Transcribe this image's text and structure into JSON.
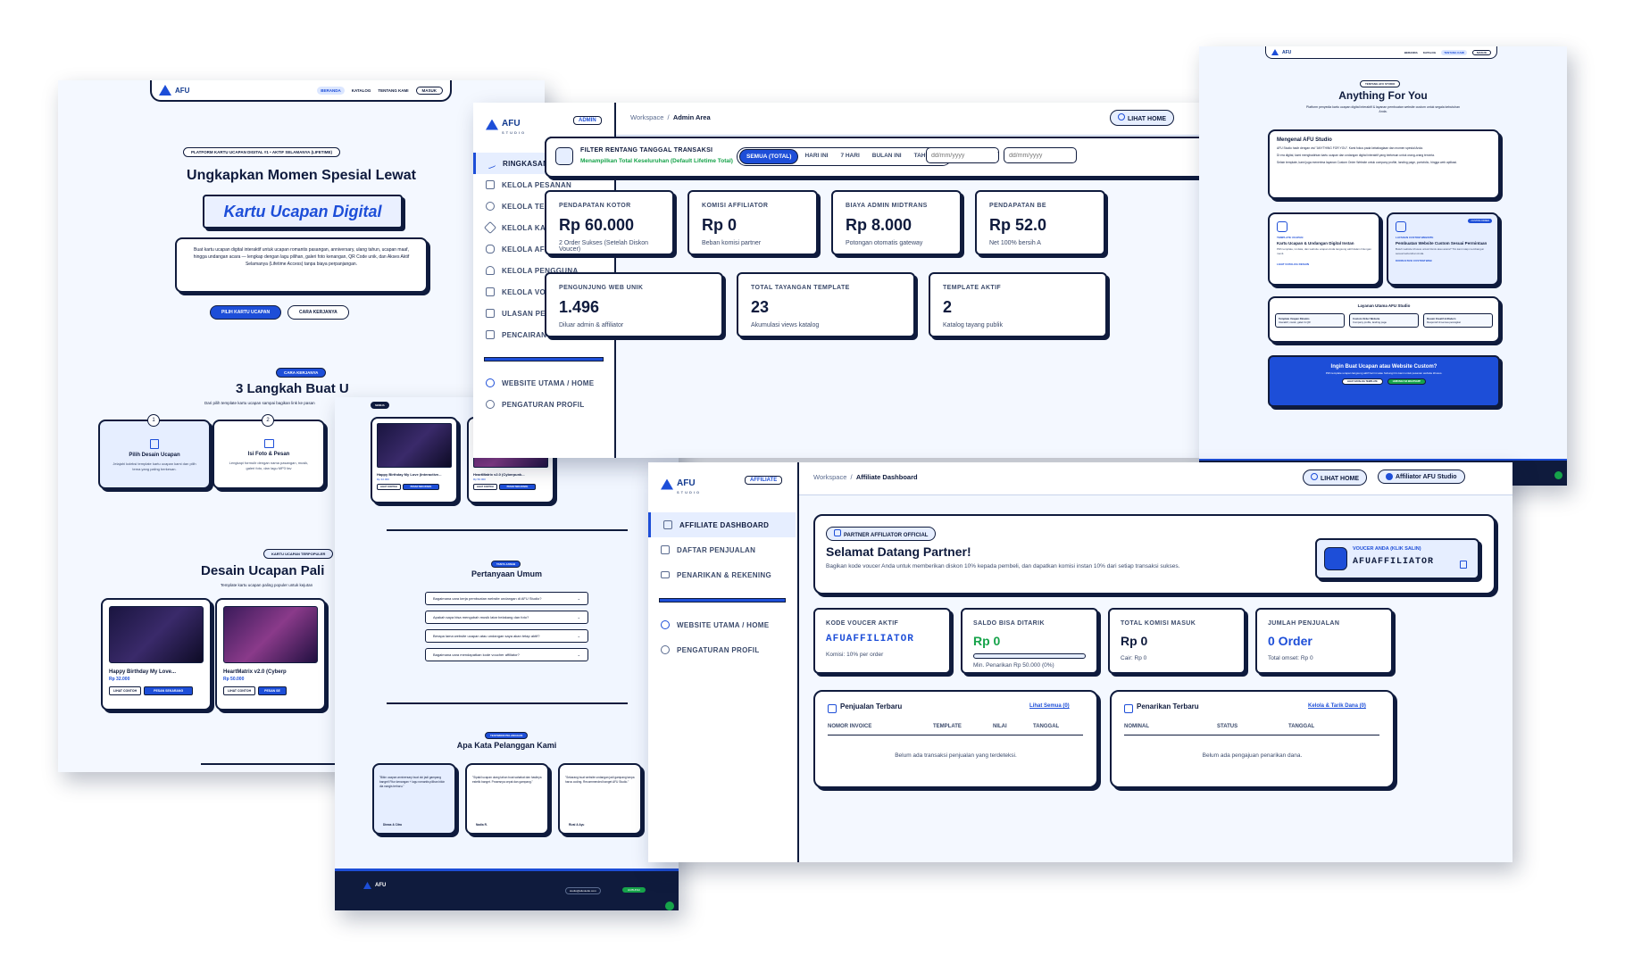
{
  "brand": {
    "name": "AFU",
    "tagline": "STUDIO"
  },
  "landing": {
    "nav": [
      "BERANDA",
      "KATALOG",
      "TENTANG KAMI"
    ],
    "login": "MASUK",
    "badge": "PLATFORM KARTU UCAPAN DIGITAL #1  •  AKTIF SELAMANYA (LIFETIME)",
    "hero_title": "Ungkapkan Momen Spesial Lewat",
    "hero_highlight": "Kartu Ucapan Digital",
    "hero_desc": "Buat kartu ucapan digital interaktif untuk ucapan romantis pasangan, anniversary, ulang tahun, ucapan maaf, hingga undangan acara — lengkap dengan lagu pilihan, galeri foto kenangan, QR Code unik, dan Akses Aktif Selamanya (Lifetime Access) tanpa biaya perpanjangan.",
    "cta_primary": "PILIH KARTU UCAPAN",
    "cta_secondary": "CARA KERJANYA",
    "steps_badge": "CARA KERJANYA",
    "steps_title": "3 Langkah Buat U",
    "steps_sub": "Dari pilih template kartu ucapan sampai bagikan link ke pasan",
    "steps": [
      {
        "num": "1",
        "title": "Pilih Desain Ucapan",
        "desc": "Jelajahi koleksi template kartu ucapan kami dan pilih tema yang paling berkesan."
      },
      {
        "num": "2",
        "title": "Isi Foto & Pesan",
        "desc": "Lengkapi formulir dengan nama pasangan, musik, galeri foto, dan lagu MP3 fav"
      }
    ],
    "designs_badge": "KARTU UCAPAN TERPOPULER",
    "designs_title": "Desain Ucapan Pali",
    "designs_sub": "Template kartu ucapan paling populer untuk kejutan",
    "cards": [
      {
        "name": "Happy Birthday My Love...",
        "price": "Rp 32.000",
        "btn1": "LIHAT CONTOH",
        "btn2": "PESAN SEKARANG"
      },
      {
        "name": "HeartMatrix v2.0 (Cyberp",
        "price": "Rp 50.000",
        "btn1": "LIHAT CONTOH",
        "btn2": "PESAN SE"
      }
    ]
  },
  "middle": {
    "cards": [
      {
        "name": "Happy Birthday My Love (Interactive...",
        "price": "Rp 32.000",
        "btn1": "LIHAT CONTOH",
        "btn2": "PESAN SEKARANG"
      },
      {
        "name": "HeartMatrix v2.0 (Cyberpunk...",
        "price": "Rp 50.000",
        "btn1": "LIHAT CONTOH",
        "btn2": "PESAN SEKARANG"
      }
    ],
    "faq_badge": "TANYA JAWAB",
    "faq_title": "Pertanyaan Umum",
    "faqs": [
      "Bagaimana cara kerja pembuatan website undangan di AFU Studio?",
      "Apakah saya bisa mengubah musik latar belakang dan foto?",
      "Berapa lama website ucapan atau undangan saya akan tetap aktif?",
      "Bagaimana cara mendapatkan kode voucher affiliator?"
    ],
    "testi_badge": "TESTIMONI PELANGGAN",
    "testi_title": "Apa Kata Pelanggan Kami",
    "testimonials": [
      {
        "text": "\"Bikin ucapan anniversary buat doi jadi gampang banget! Fitur kenangan + lagu romantis pilihan bikin dia nangis terharu.\"",
        "name": "Dimas & Citra"
      },
      {
        "text": "\"Sipakil ucapan ulang tahun buat sahabat dan hasilnya estetik banget. Prosesnya cepat dan gampang.\"",
        "name": "Nadia R."
      },
      {
        "text": "\"Sekarang buat website undangan jadi gampang tanpa harus coding. Recommended banget AFU Studio.\"",
        "name": "Rizal & Ayu"
      }
    ],
    "footer_email": "studio@afustudio.com",
    "footer_btn": "HUBUNGI"
  },
  "admin": {
    "role": "ADMIN",
    "breadcrumb_root": "Workspace",
    "breadcrumb_page": "Admin Area",
    "home_btn": "LIHAT HOME",
    "menu": [
      "RINGKASAN STATS",
      "KELOLA PESANAN",
      "KELOLA TEMPLATE",
      "KELOLA KATEGORI",
      "KELOLA AFFILIATOR",
      "KELOLA PENGGUNA",
      "KELOLA VOUCER",
      "ULASAN PELANGGAN",
      "PENCAIRAN DANA"
    ],
    "menu2": [
      "WEBSITE UTAMA / HOME",
      "PENGATURAN PROFIL"
    ],
    "filter_title": "FILTER RENTANG TANGGAL TRANSAKSI",
    "filter_sub": "Menampilkan Total Keseluruhan (Default Lifetime Total)",
    "ranges": [
      "SEMUA (TOTAL)",
      "HARI INI",
      "7 HARI",
      "BULAN INI",
      "TAHUN INI"
    ],
    "date_ph": "dd/mm/yyyy",
    "stats": [
      {
        "label": "PENDAPATAN KOTOR",
        "value": "Rp 60.000",
        "sub": "2 Order Sukses (Setelah Diskon Voucer)"
      },
      {
        "label": "KOMISI AFFILIATOR",
        "value": "Rp 0",
        "sub": "Beban komisi partner"
      },
      {
        "label": "BIAYA ADMIN MIDTRANS",
        "value": "Rp 8.000",
        "sub": "Potongan otomatis gateway"
      },
      {
        "label": "PENDAPATAN BE",
        "value": "Rp 52.0",
        "sub": "Net 100% bersih A"
      },
      {
        "label": "PENGUNJUNG WEB UNIK",
        "value": "1.496",
        "sub": "Diluar admin & affiliator"
      },
      {
        "label": "TOTAL TAYANGAN TEMPLATE",
        "value": "23",
        "sub": "Akumulasi views katalog"
      },
      {
        "label": "TEMPLATE AKTIF",
        "value": "2",
        "sub": "Katalog tayang publik"
      }
    ]
  },
  "about": {
    "nav": [
      "BERANDA",
      "KATALOG",
      "TENTANG KAMI"
    ],
    "login": "MASUK",
    "badge": "TENTANG AFU STUDIO",
    "title": "Anything For You",
    "sub": "Platform penyedia kartu ucapan digital interaktif & layanan pembuatan website custom untuk segala kebutuhan Anda.",
    "about_title": "Mengenal AFU Studio",
    "about_p1": "AFU Studio hadir dengan visi \"ANYTHING FOR YOU\". Kami fokus pada kebahagiaan dan momen spesial Anda.",
    "about_p2": "Di era digital, kami menghadirkan kartu ucapan dan undangan digital interaktif yang berkesan untuk orang-orang tercinta.",
    "about_p3": "Selain template, kami juga menerima layanan Custom Order Website untuk company profile, landing page, portofolio, hingga web aplikasi.",
    "svc1_badge": "TEMPLATE UCAPAN",
    "svc1_title": "Kartu Ucapan & Undangan Digital Instan",
    "svc1_desc": "Pilih template, isi data, dan website ucapan Anda langsung aktif dalam hitungan menit.",
    "svc1_link": "LIHAT KATALOG DESAIN",
    "svc2_tag": "CUSTOM ORDER",
    "svc2_badge": "LAYANAN CUSTOM WEBSITE",
    "svc2_title": "Pembuatan Website Custom Sesuai Permintaan",
    "svc2_desc": "Butuh website khusus untuk bisnis atau acara? Tim kami siap membangun sesuai kebutuhan Anda.",
    "svc2_link": "KONSULTASI CUSTOM WEB",
    "main_title": "Layanan Utama AFU Studio",
    "mains": [
      {
        "title": "Template Ucapan Dinamis",
        "desc": "Interaktif, musik, galeri & QR"
      },
      {
        "title": "Custom Order Website",
        "desc": "Company profile, landing page"
      },
      {
        "title": "Desain Kreatif & Modern",
        "desc": "Responsif di semua perangkat"
      }
    ],
    "cta_title": "Ingin Buat Ucapan atau Website Custom?",
    "cta_sub": "Pilih template ucapan langsung aktif hari ini atau hubungi tim kami untuk pesanan website khusus.",
    "cta_btn1": "LIHAT KATALOG TEMPLATE",
    "cta_btn2": "HUBUNGI VIA WHATSAPP"
  },
  "affiliate": {
    "role": "AFFILIATE",
    "breadcrumb_root": "Workspace",
    "breadcrumb_page": "Affiliate Dashboard",
    "home_btn": "LIHAT HOME",
    "user_btn": "Affiliator AFU Studio",
    "menu": [
      "AFFILIATE DASHBOARD",
      "DAFTAR PENJUALAN",
      "PENARIKAN & REKENING"
    ],
    "menu2": [
      "WEBSITE UTAMA / HOME",
      "PENGATURAN PROFIL"
    ],
    "partner_badge": "PARTNER AFFILIATOR OFFICIAL",
    "welcome": "Selamat Datang Partner!",
    "welcome_desc": "Bagikan kode voucer Anda untuk memberikan diskon 10% kepada pembeli, dan dapatkan komisi instan 10% dari setiap transaksi sukses.",
    "voucher_label": "VOUCER ANDA (KLIK SALIN)",
    "voucher_code": "AFUAFFILIATOR",
    "stats": [
      {
        "label": "KODE VOUCER AKTIF",
        "value": "AFUAFFILIATOR",
        "sub": "Komisi: 10% per order"
      },
      {
        "label": "SALDO BISA DITARIK",
        "value": "Rp 0",
        "sub": "Min. Penarikan Rp 50.000 (0%)"
      },
      {
        "label": "TOTAL KOMISI MASUK",
        "value": "Rp 0",
        "sub": "Cair: Rp 0"
      },
      {
        "label": "JUMLAH PENJUALAN",
        "value": "0 Order",
        "sub": "Total omset: Rp 0"
      }
    ],
    "sales_title": "Penjualan Terbaru",
    "sales_link": "Lihat Semua (0)",
    "sales_cols": [
      "NOMOR INVOICE",
      "TEMPLATE",
      "NILAI",
      "TANGGAL"
    ],
    "sales_empty": "Belum ada transaksi penjualan yang terdeteksi.",
    "wd_title": "Penarikan Terbaru",
    "wd_link": "Kelola & Tarik Dana (0)",
    "wd_cols": [
      "NOMINAL",
      "STATUS",
      "TANGGAL"
    ],
    "wd_empty": "Belum ada pengajuan penarikan dana."
  }
}
